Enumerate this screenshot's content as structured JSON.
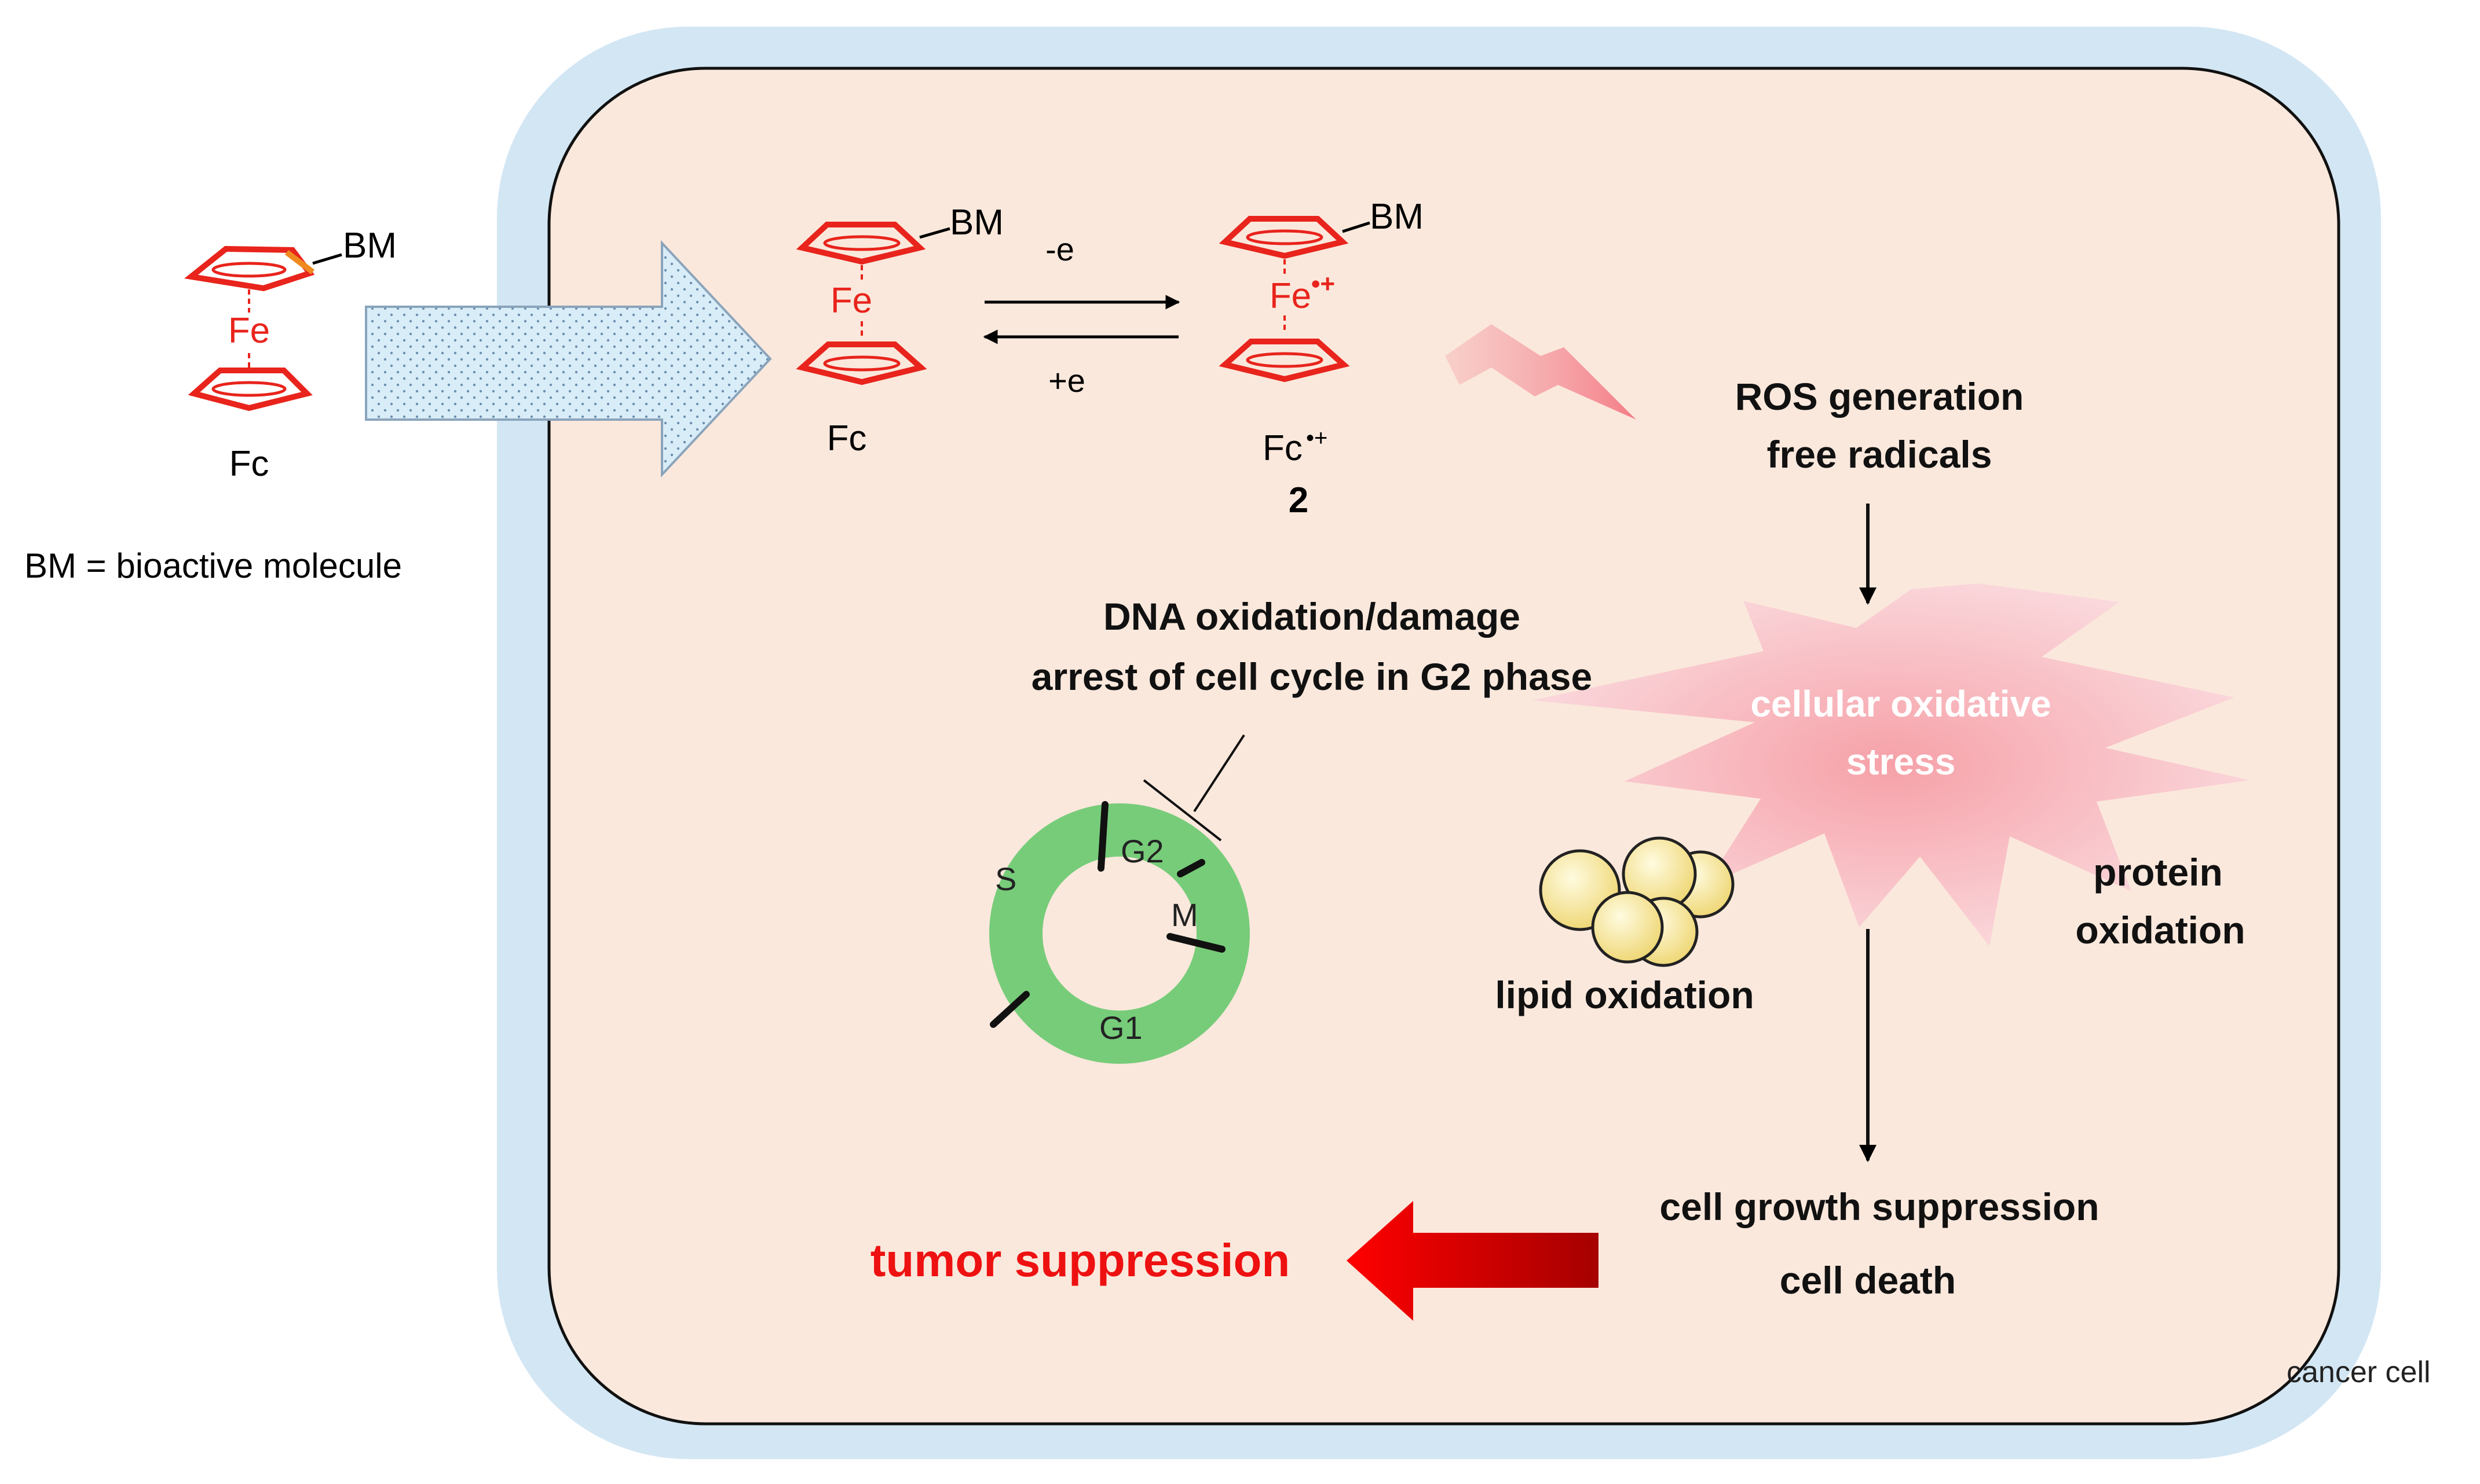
{
  "outside": {
    "bm_label": "BM",
    "fe_label": "Fe",
    "fc_label": "Fc",
    "definition": "BM = bioactive  molecule"
  },
  "redox": {
    "left_bm": "BM",
    "left_fe": "Fe",
    "left_fc": "Fc",
    "oxidation_label": "-e",
    "reduction_label": "+e",
    "right_bm": "BM",
    "right_fe": "Fe",
    "right_fe_charge": "•+",
    "right_fc": "Fc",
    "right_fc_charge": "•+",
    "compound_number": "2"
  },
  "ros": {
    "line1": "ROS generation",
    "line2": "free radicals"
  },
  "stress": {
    "line1": "cellular oxidative",
    "line2": "stress"
  },
  "dna": {
    "line1": "DNA oxidation/damage",
    "line2": "arrest of cell cycle in G2 phase"
  },
  "cell_cycle": {
    "phases": [
      "S",
      "G2",
      "M",
      "G1"
    ]
  },
  "lipid_label": "lipid oxidation",
  "protein": {
    "line1": "protein",
    "line2": "oxidation"
  },
  "outcome": {
    "line1": "cell growth suppression",
    "line2": "cell death"
  },
  "tumor_label": "tumor  suppression",
  "cell_label": "cancer cell",
  "colors": {
    "ferrocene_red": "#e8241c",
    "tumor_red": "#ee1111",
    "membrane_blue": "#d3e6f4",
    "cytoplasm": "#fbe8dc",
    "cycle_green": "#77cc7a",
    "lipid_yellow": "#f7eaa0"
  }
}
